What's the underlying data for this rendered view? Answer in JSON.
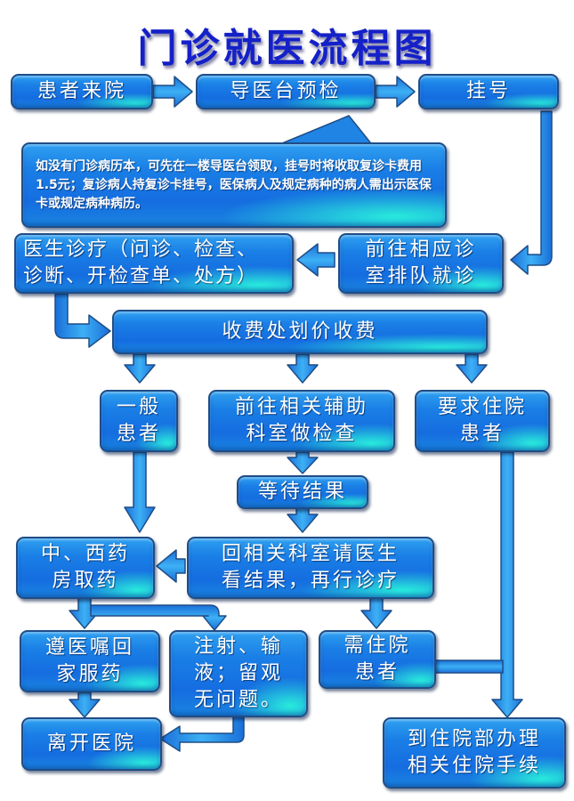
{
  "title": "门诊就医流程图",
  "nodes": {
    "arrive": "患者来院",
    "triage": "导医台预检",
    "register": "挂号",
    "note": "如没有门诊病历本，可先在一楼导医台领取，挂号时将收取复诊卡费用1.5元；复诊病人持复诊卡挂号，医保病人及规定病种的病人需出示医保卡或规定病种病历。",
    "queue_line1": "前往相应诊",
    "queue_line2": "室排队就诊",
    "doctor_line1": "医生诊疗（问诊、检查、",
    "doctor_line2": "诊断、开检查单、处方）",
    "cashier": "收费处划价收费",
    "general_line1": "一般",
    "general_line2": "患者",
    "aux_exam_line1": "前往相关辅助",
    "aux_exam_line2": "科室做检查",
    "inpatient_req_line1": "要求住院",
    "inpatient_req_line2": "患者",
    "wait": "等待结果",
    "pharmacy_line1": "中、西药",
    "pharmacy_line2": "房取药",
    "revisit_line1": "回相关科室请医生",
    "revisit_line2": "看结果，再行诊疗",
    "home_med_line1": "遵医嘱回",
    "home_med_line2": "家服药",
    "injection_line1": "注射、输",
    "injection_line2": "液；留观",
    "injection_line3": "无问题。",
    "need_inpatient_line1": "需住院",
    "need_inpatient_line2": "患者",
    "leave": "离开医院",
    "admission_line1": "到住院部办理",
    "admission_line2": "相关住院手续"
  },
  "colors": {
    "title": "#1420c8",
    "box_blue": "#156de0",
    "box_cyan": "#28f0dc",
    "border": "#1f4d86",
    "arrow": "#2a8ee8"
  }
}
